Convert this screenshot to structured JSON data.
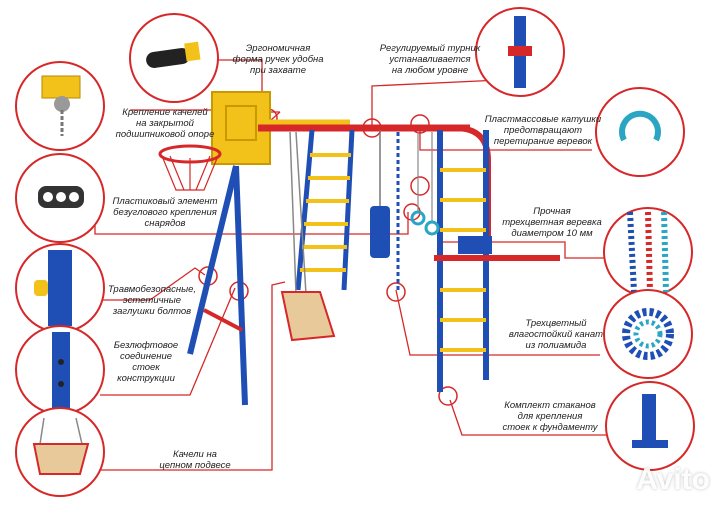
{
  "callouts": [
    {
      "id": "ergonomic",
      "text": "Эргономичная\nформа ручек удобна\nпри захвате"
    },
    {
      "id": "adjustable_bar",
      "text": "Регулируемый турник\nустанавливается\nна любом уровне"
    },
    {
      "id": "swing_mount",
      "text": "Крепление качелей\nна закрытой\nподшипниковой опоре"
    },
    {
      "id": "reels",
      "text": "Пластмассовые катушки\nпредотвращают\nперетирание веревок"
    },
    {
      "id": "plastic_element",
      "text": "Пластиковый элемент\nбезуглового крепления\nснарядов"
    },
    {
      "id": "rope",
      "text": "Прочная\nтрехцветная веревка\nдиаметром 10 мм"
    },
    {
      "id": "plugs",
      "text": "Травмобезопасные,\nэстетичные\nзаглушки болтов"
    },
    {
      "id": "weld_free",
      "text": "Безлюфтовое\nсоединение\nстоек\nконструкции"
    },
    {
      "id": "cable",
      "text": "Трехцветный\nвлагостойкий канат\nиз полиамида"
    },
    {
      "id": "cups",
      "text": "Комплект стаканов\nдля крепления\nстоек к фундаменту"
    },
    {
      "id": "swing_chain",
      "text": "Качели на\nцепном подвесе"
    }
  ],
  "watermark": "Avito",
  "colors": {
    "accent": "#d62828",
    "frame_blue": "#1f4fb5",
    "rung_yellow": "#f2c21b",
    "seat_wood": "#e8c99a"
  }
}
